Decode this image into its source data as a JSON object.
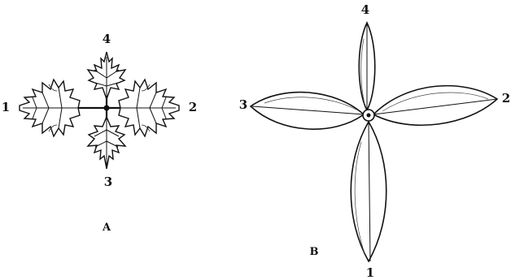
{
  "figure_a": {
    "caption": "A",
    "labels": {
      "top": "4",
      "right": "2",
      "bottom": "3",
      "left": "1"
    }
  },
  "figure_b": {
    "caption": "B",
    "labels": {
      "top": "4",
      "right": "2",
      "bottom": "1",
      "left": "3"
    }
  }
}
